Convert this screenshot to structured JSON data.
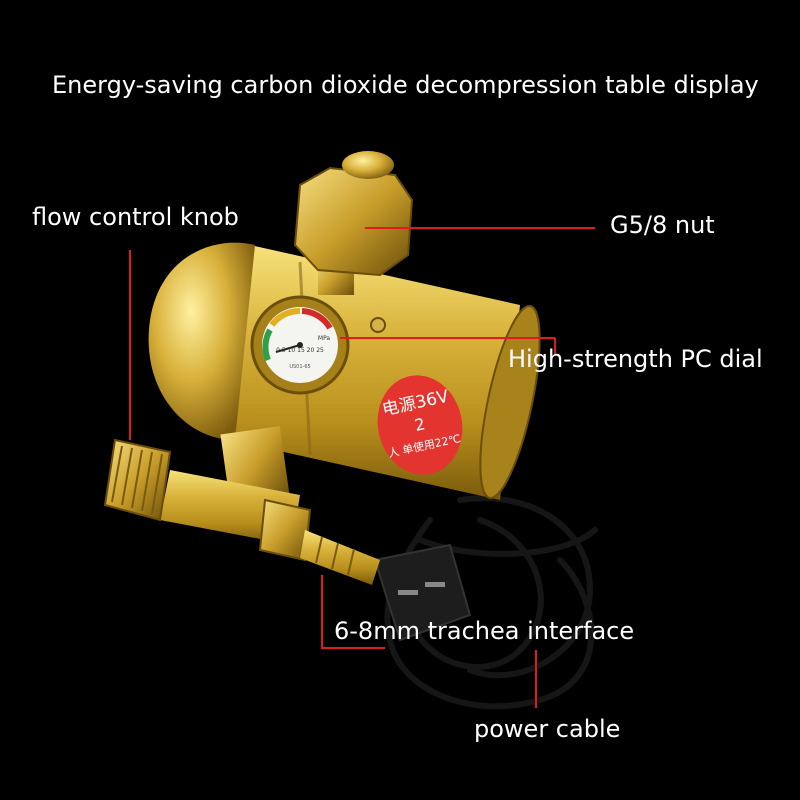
{
  "title": "Energy-saving carbon dioxide decompression table display",
  "callouts": {
    "flow_control_knob": "flow control knob",
    "nut": "G5/8 nut",
    "dial": "High-strength PC dial",
    "trachea_interface": "6-8mm trachea interface",
    "power_cable": "power cable"
  },
  "sticker": {
    "line1": "电源36V",
    "line2": "2",
    "line3": "人 单使用22℃"
  },
  "gauge": {
    "unit": "MPa",
    "scale": "0 5 10 15 20 25",
    "model": "US01-65"
  },
  "colors": {
    "background": "#000000",
    "brass": "#c9a227",
    "leader_line": "#e01b1b",
    "sticker": "#e3342f",
    "cable": "#111111"
  }
}
